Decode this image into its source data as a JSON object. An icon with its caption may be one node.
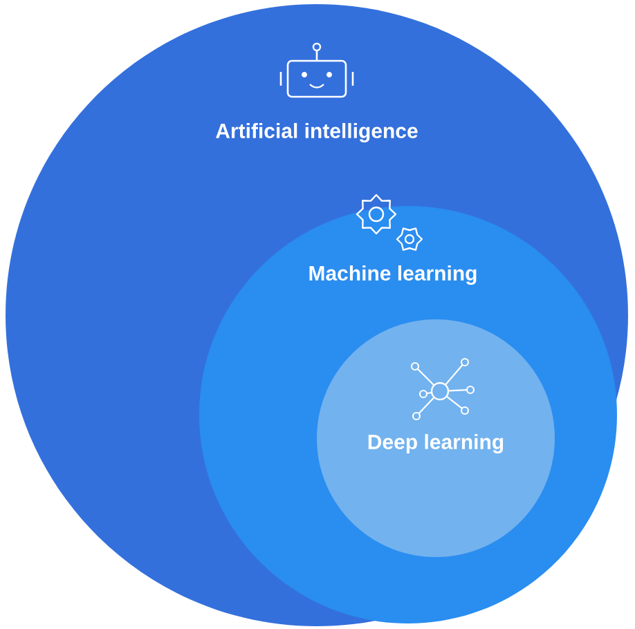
{
  "diagram": {
    "nodes": [
      {
        "text": [
          "Artificial intelligence"
        ]
      },
      {
        "text": [
          "Machine learning"
        ],
        "in": 0
      },
      {
        "text": [
          "Deep learning"
        ],
        "in": 1
      }
    ]
  }
}
